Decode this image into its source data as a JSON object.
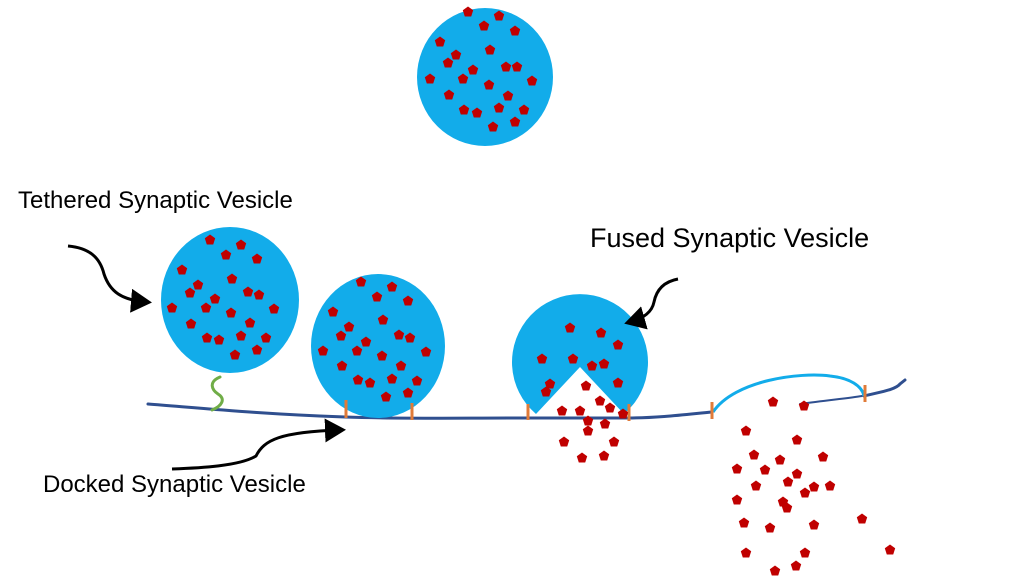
{
  "title": "Synaptic vesicle tethering, docking and fusion",
  "labels": {
    "tethered": "Tethered Synaptic Vesicle",
    "docked": "Docked Synaptic Vesicle",
    "fused": "Fused Synaptic Vesicle"
  },
  "colors": {
    "vesicle": "#12acea",
    "neurotransmitter": "#c00000",
    "membrane": "#2f4f8f",
    "snare": "#e07b39",
    "tether": "#70ad47",
    "arrow": "#000000"
  },
  "vesicles": [
    {
      "id": "free",
      "state": "free",
      "neurotransmitter_count": 24
    },
    {
      "id": "tethered",
      "state": "tethered",
      "neurotransmitter_count": 24
    },
    {
      "id": "docked",
      "state": "docked",
      "neurotransmitter_count": 24
    },
    {
      "id": "fused",
      "state": "fusing",
      "neurotransmitter_count": 12
    },
    {
      "id": "collapsed",
      "state": "fully fused",
      "neurotransmitter_count": 0
    }
  ],
  "released_neurotransmitter_clusters": [
    {
      "near": "fused",
      "count": 14
    },
    {
      "near": "collapsed",
      "count": 28
    }
  ]
}
